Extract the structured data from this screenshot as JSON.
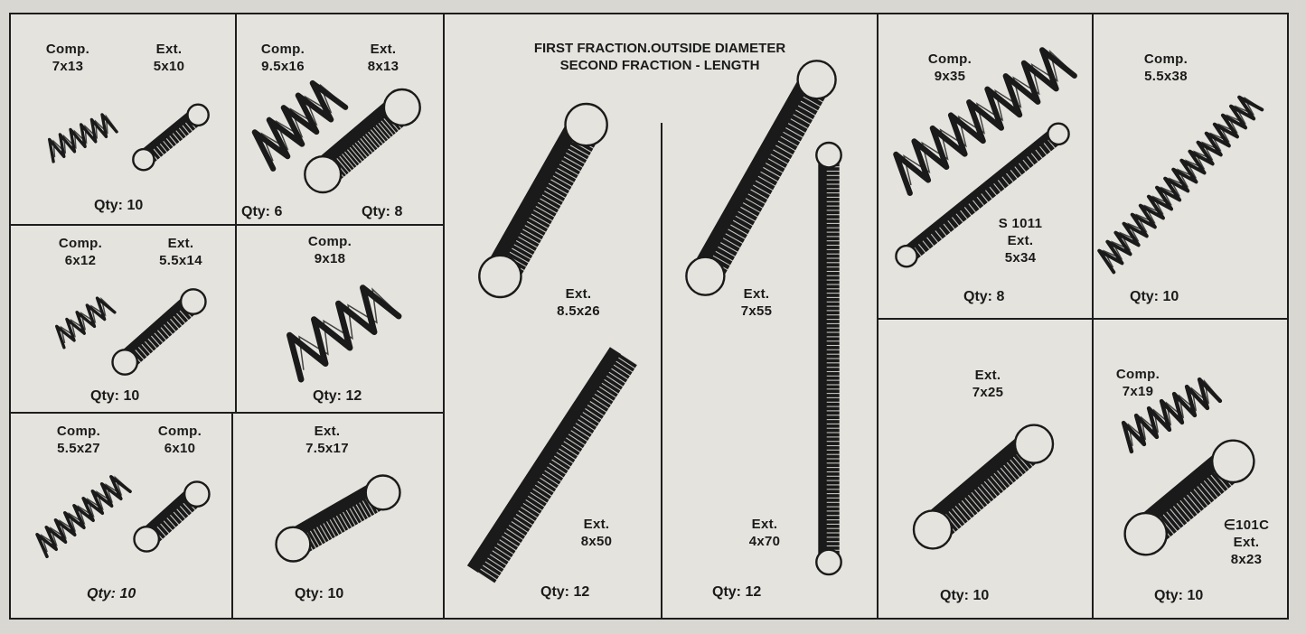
{
  "header": {
    "line1": "FIRST FRACTION.OUTSIDE DIAMETER",
    "line2": "SECOND FRACTION - LENGTH"
  },
  "cells": {
    "c1": {
      "a_type": "Comp.",
      "a_size": "7x13",
      "b_type": "Ext.",
      "b_size": "5x10",
      "qty": "Qty: 10"
    },
    "c2": {
      "a_type": "Comp.",
      "a_size": "9.5x16",
      "b_type": "Ext.",
      "b_size": "8x13",
      "qty_a": "Qty: 6",
      "qty_b": "Qty: 8"
    },
    "c3": {
      "a_type": "Comp.",
      "a_size": "6x12",
      "b_type": "Ext.",
      "b_size": "5.5x14",
      "qty": "Qty: 10"
    },
    "c4": {
      "a_type": "Comp.",
      "a_size": "9x18",
      "qty": "Qty: 12"
    },
    "c5": {
      "a_type": "Comp.",
      "a_size": "5.5x27",
      "b_type": "Comp.",
      "b_size": "6x10",
      "qty": "Qty: 10"
    },
    "c6": {
      "a_type": "Ext.",
      "a_size": "7.5x17",
      "qty": "Qty: 10"
    },
    "c7": {
      "a_type": "Ext.",
      "a_size": "8.5x26",
      "b_type": "Ext.",
      "b_size": "8x50",
      "qty": "Qty: 12"
    },
    "c8": {
      "a_type": "Ext.",
      "a_size": "7x55",
      "b_type": "Ext.",
      "b_size": "4x70",
      "qty": "Qty: 12"
    },
    "c9": {
      "a_type": "Comp.",
      "a_size": "9x35",
      "code": "S 1011",
      "b_type": "Ext.",
      "b_size": "5x34",
      "qty": "Qty: 8"
    },
    "c10": {
      "a_type": "Comp.",
      "a_size": "5.5x38",
      "qty": "Qty: 10"
    },
    "c11": {
      "a_type": "Ext.",
      "a_size": "7x25",
      "qty": "Qty: 10"
    },
    "c12": {
      "a_type": "Comp.",
      "a_size": "7x19",
      "code": "∈101C",
      "b_type": "Ext.",
      "b_size": "8x23",
      "qty": "Qty: 10"
    }
  },
  "colors": {
    "ink": "#1a1a1a",
    "paper": "#e5e3de"
  }
}
